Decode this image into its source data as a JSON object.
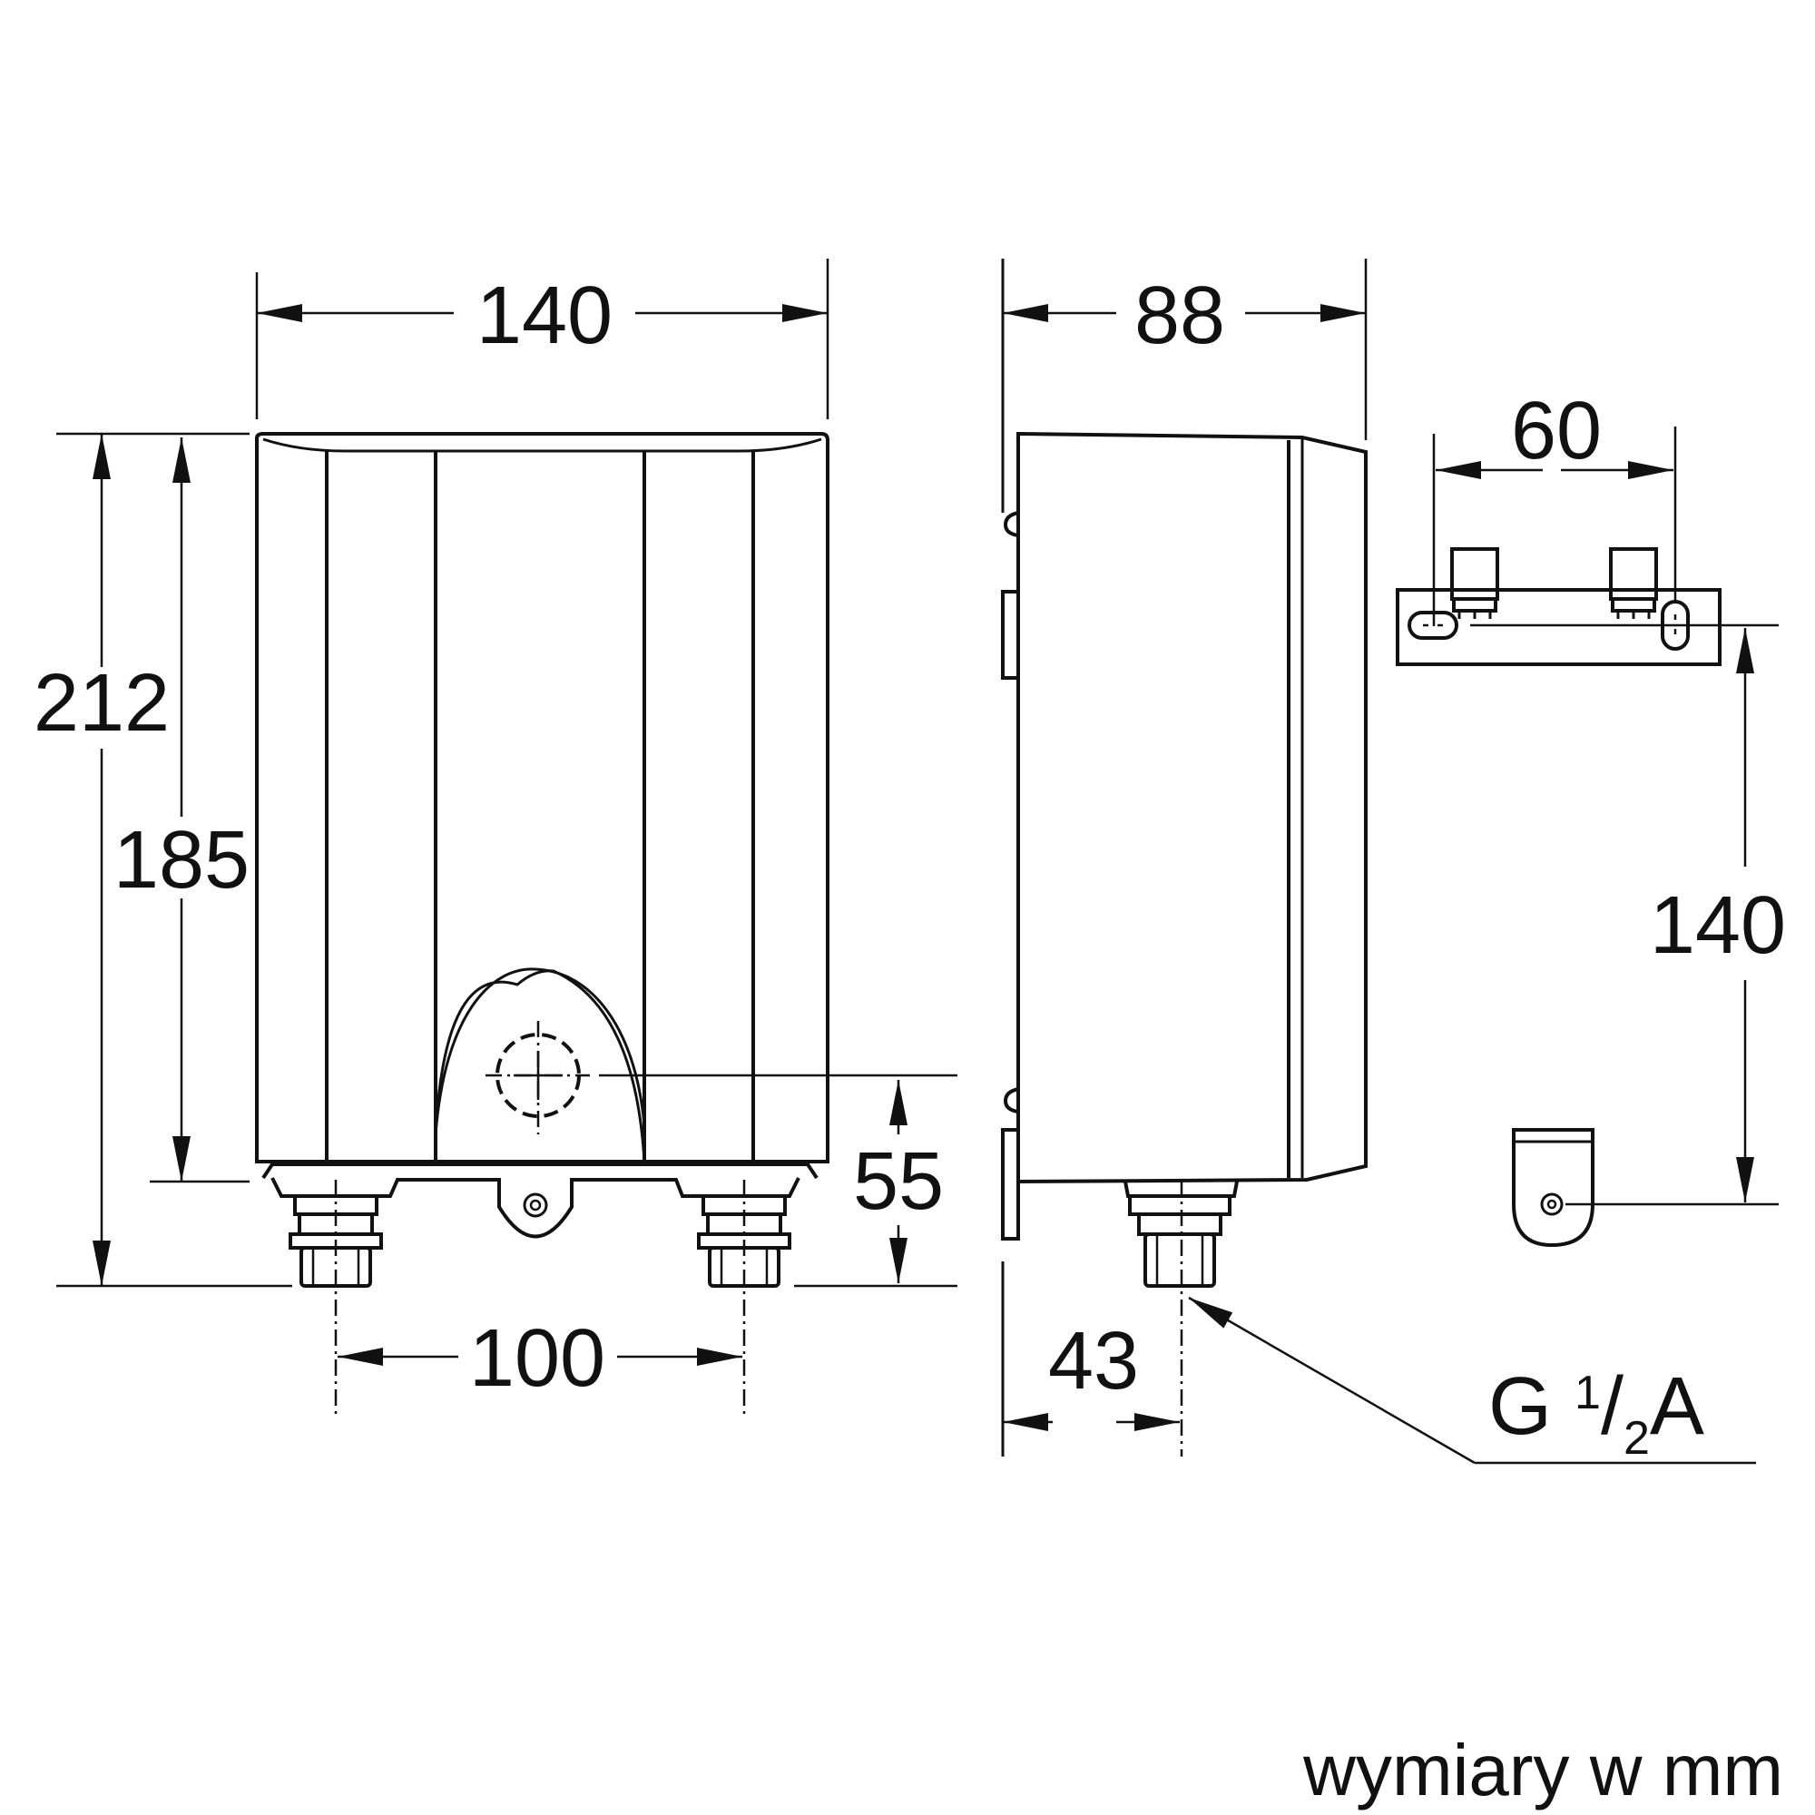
{
  "dimensions": {
    "front_width": "140",
    "front_height_total": "212",
    "front_height_body": "185",
    "connection_height": "55",
    "connection_spacing": "100",
    "side_depth": "88",
    "side_connection_offset": "43",
    "bracket_width": "60",
    "bracket_hole_distance": "140"
  },
  "thread_label": {
    "prefix": "G ",
    "numerator": "1",
    "slash": "/",
    "denominator": "2",
    "suffix": "A"
  },
  "units_note": "wymiary w mm"
}
